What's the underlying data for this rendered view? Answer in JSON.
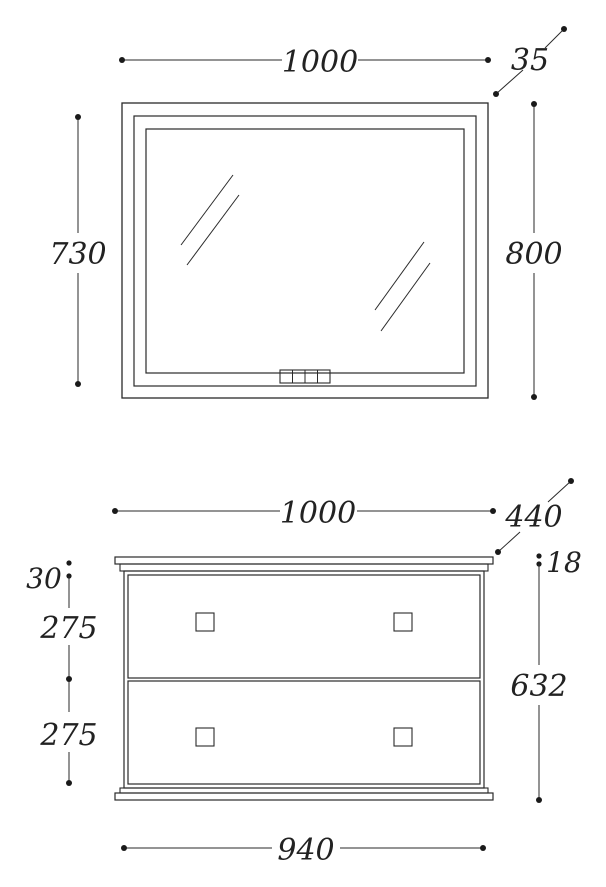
{
  "mirror": {
    "width": "1000",
    "depth": "35",
    "inner_height": "730",
    "height": "800"
  },
  "cabinet": {
    "width": "1000",
    "depth": "440",
    "top_thickness": "30",
    "drawer_top": "275",
    "drawer_bottom": "275",
    "top_height": "18",
    "body_height": "632",
    "base_width": "940"
  }
}
